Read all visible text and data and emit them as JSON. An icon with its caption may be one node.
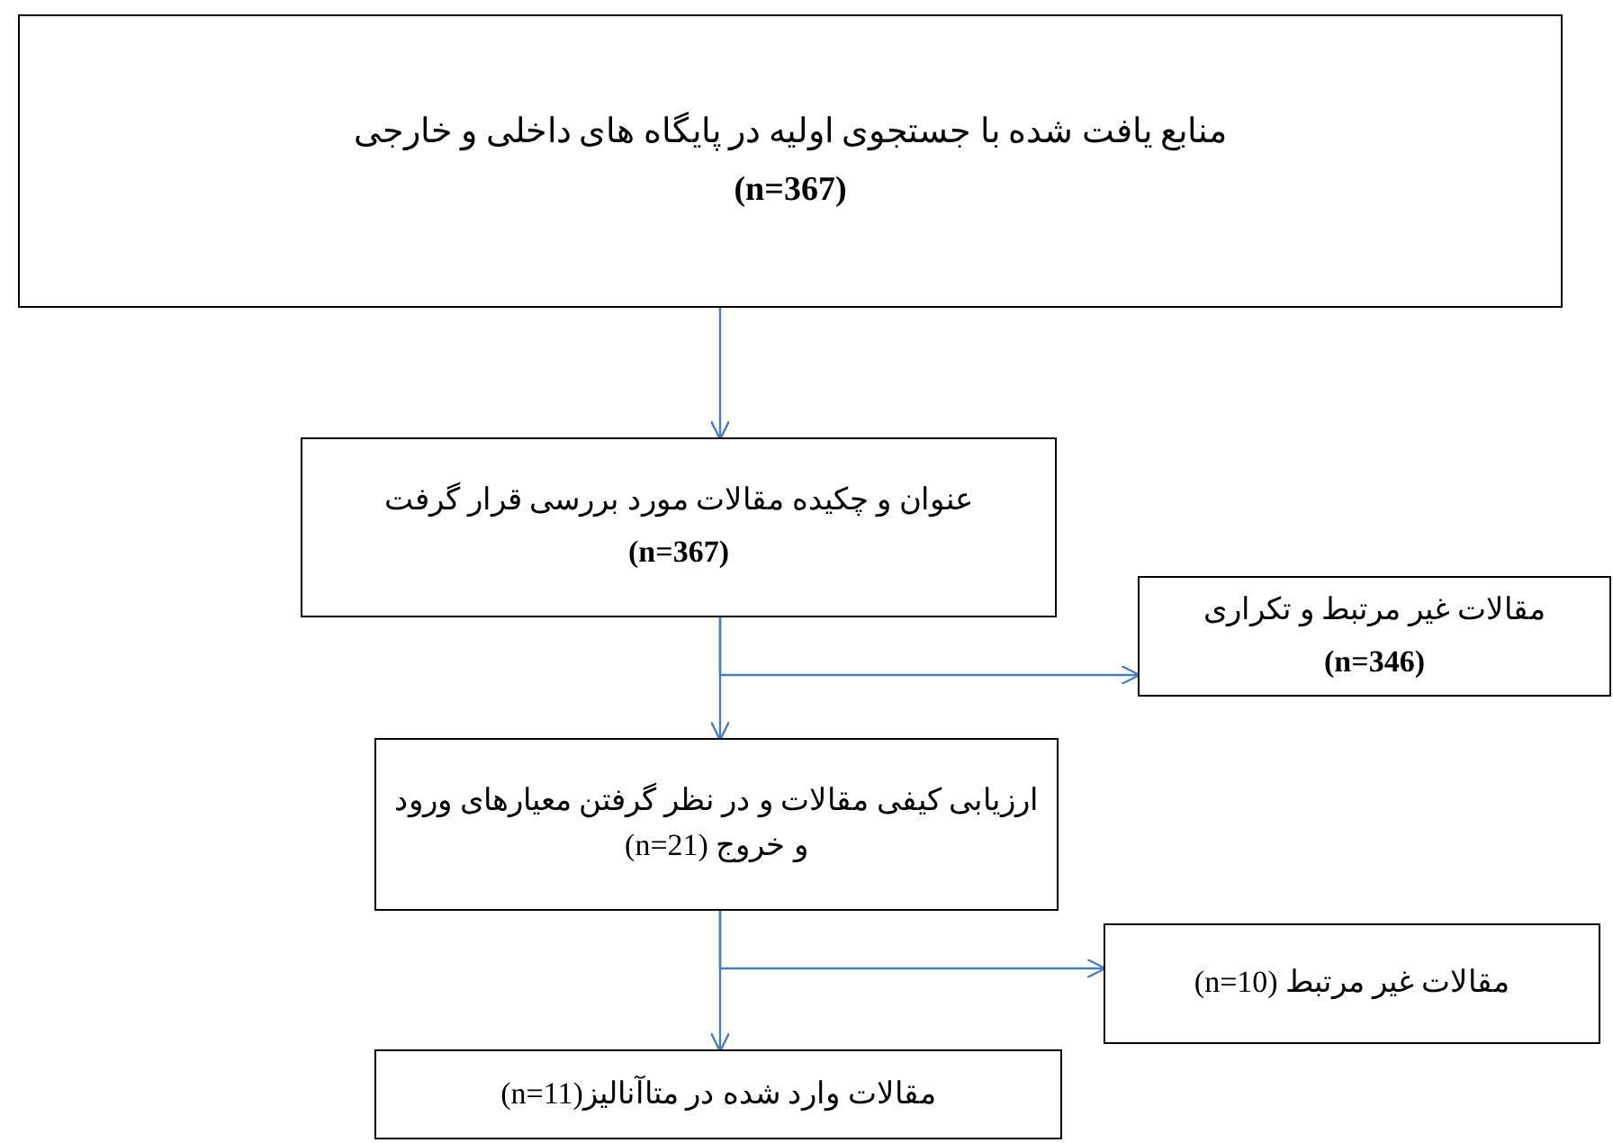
{
  "diagram": {
    "nodes": [
      {
        "text": [
          "منابع یافت شده با جستجوی اولیه در پایگاه های داخلی و خارجی",
          "(n=367)"
        ]
      },
      {
        "text": [
          "عنوان و چکیده مقالات مورد بررسی قرار گرفت",
          "(n=367)"
        ]
      },
      {
        "text": [
          "مقالات غیر مرتبط و تکراری",
          "(n=346)"
        ]
      },
      {
        "text": [
          "ارزیابی کیفی مقالات و در نظر گرفتن معیارهای ورود و خروج (n=21)"
        ]
      },
      {
        "text": [
          "مقالات غیر مرتبط (n=10)"
        ]
      },
      {
        "text": [
          "مقالات وارد شده در متاآنالیز(n=11)"
        ]
      }
    ],
    "edges": [
      {
        "from": 0,
        "to": 1,
        "arrow": "to"
      },
      {
        "from": 1,
        "to": 3,
        "arrow": "to"
      },
      {
        "from": 1,
        "to": 2,
        "arrow": "to"
      },
      {
        "from": 3,
        "to": 5,
        "arrow": "to"
      },
      {
        "from": 3,
        "to": 4,
        "arrow": "to"
      }
    ]
  }
}
